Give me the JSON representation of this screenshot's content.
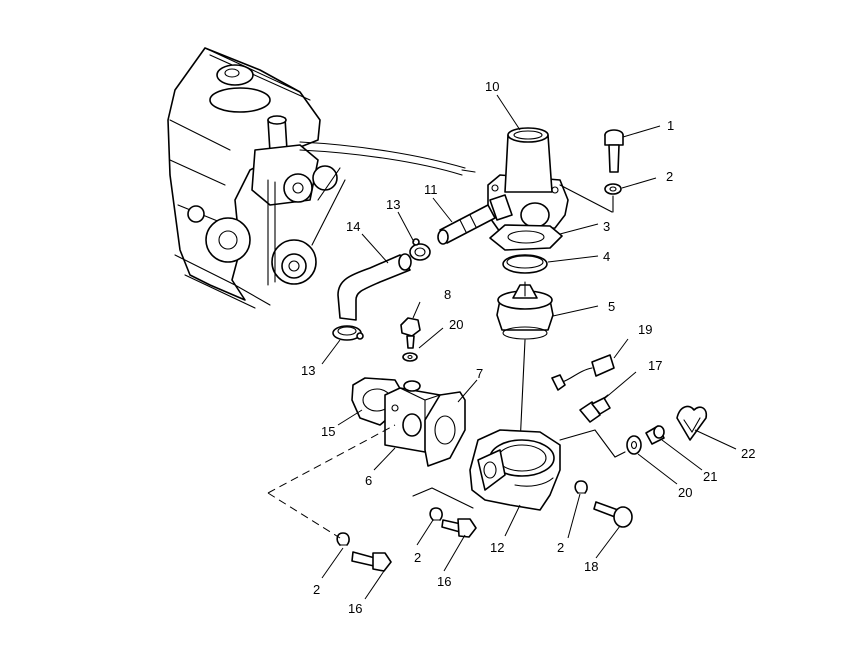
{
  "diagram": {
    "callouts": {
      "c1": "1",
      "c2a": "2",
      "c3": "3",
      "c4": "4",
      "c5": "5",
      "c10": "10",
      "c11": "11",
      "c13a": "13",
      "c14": "14",
      "c8": "8",
      "c20a": "20",
      "c13b": "13",
      "c15": "15",
      "c7": "7",
      "c6": "6",
      "c19": "19",
      "c17": "17",
      "c22": "22",
      "c21": "21",
      "c20b": "20",
      "c2b": "2",
      "c16a": "16",
      "c12": "12",
      "c2c": "2",
      "c18": "18",
      "c2d": "2",
      "c16b": "16"
    }
  }
}
